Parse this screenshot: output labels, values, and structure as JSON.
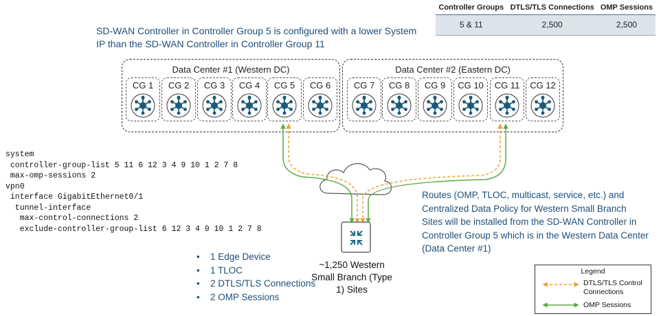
{
  "note_top": "SD-WAN Controller in Controller Group 5 is configured with a lower System IP than the SD-WAN Controller in Controller Group 11",
  "table": {
    "headers": [
      "Controller Groups",
      "DTLS/TLS Connections",
      "OMP Sessions"
    ],
    "row": [
      "5 & 11",
      "2,500",
      "2,500"
    ]
  },
  "datacenters": [
    {
      "label": "Data Center #1 (Western DC)",
      "groups": [
        "CG 1",
        "CG 2",
        "CG 3",
        "CG 4",
        "CG 5",
        "CG 6"
      ]
    },
    {
      "label": "Data Center #2 (Eastern DC)",
      "groups": [
        "CG 7",
        "CG 8",
        "CG 9",
        "CG 10",
        "CG 11",
        "CG 12"
      ]
    }
  ],
  "cli": "system\n controller-group-list 5 11 6 12 3 4 9 10 1 2 7 8\n max-omp-sessions 2\nvpn0\n interface GigabitEthernet0/1\n  tunnel-interface\n   max-control-connections 2\n   exclude-controller-group-list 6 12 3 4 9 10 1 2 7 8",
  "bullets": [
    "1 Edge Device",
    "1 TLOC",
    "2 DTLS/TLS Connections",
    "2 OMP Sessions"
  ],
  "sites_label": "~1,250 Western Small Branch (Type 1) Sites",
  "routes_note": "Routes (OMP, TLOC, multicast, service, etc.) and Centralized Data Policy for Western Small Branch Sites will be installed from the SD-WAN Controller in Controller Group 5 which is in the Western Data Center (Data Center #1)",
  "legend": {
    "title": "Legend",
    "items": [
      {
        "label": "DTLS/TLS Control Connections",
        "color": "#f0a030"
      },
      {
        "label": "OMP Sessions",
        "color": "#5aaa46"
      }
    ]
  },
  "colors": {
    "accent_text": "#1f4e79",
    "controller_icon": "#1a5a7a"
  }
}
